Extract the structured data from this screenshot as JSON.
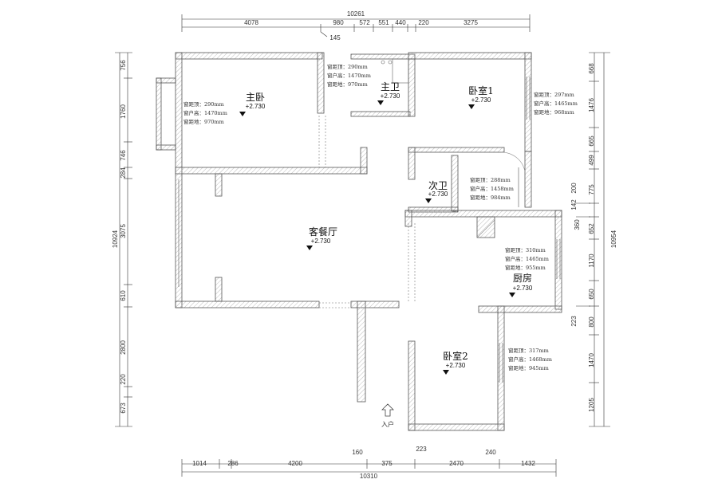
{
  "dims": {
    "top_total": "10261",
    "top_segments": [
      "4078",
      "980",
      "572",
      "551",
      "440",
      "220",
      "3275"
    ],
    "top_small": "145",
    "left_total": "10924",
    "left_segments": [
      "756",
      "1760",
      "746",
      "284",
      "3075",
      "610",
      "2800",
      "220",
      "673"
    ],
    "right_total": "10954",
    "right_segments_outer": [
      "668",
      "1476",
      "665",
      "499",
      "775",
      "652",
      "1170",
      "650",
      "800",
      "1470",
      "1205"
    ],
    "right_segments_inner": [
      "200",
      "142",
      "360",
      "223"
    ],
    "bottom_segments": [
      "1014",
      "286",
      "4200",
      "375",
      "2470",
      "1432"
    ],
    "bottom_small": [
      "160",
      "223",
      "240"
    ],
    "bottom_total": "10310"
  },
  "rooms": {
    "master_bedroom": {
      "name": "主卧",
      "level": "+2.730"
    },
    "master_bath": {
      "name": "主卫",
      "level": "+2.730"
    },
    "bedroom1": {
      "name": "卧室1",
      "level": "+2.730"
    },
    "second_bath": {
      "name": "次卫",
      "level": "+2.730"
    },
    "living_dining": {
      "name": "客餐厅",
      "level": "+2.730"
    },
    "kitchen": {
      "name": "厨房",
      "level": "+2.730"
    },
    "bedroom2": {
      "name": "卧室2",
      "level": "+2.730"
    }
  },
  "notes": {
    "master_bedroom": [
      "窗距顶：290mm",
      "窗户高：1470mm",
      "窗距地：970mm"
    ],
    "master_bath": [
      "窗距顶：290mm",
      "窗户高：1470mm",
      "窗距地：970mm"
    ],
    "bedroom1": [
      "窗距顶：297mm",
      "窗户高：1465mm",
      "窗距地：968mm"
    ],
    "second_bath": [
      "窗距顶：288mm",
      "窗户高：1458mm",
      "窗距地：984mm"
    ],
    "kitchen": [
      "窗距顶：310mm",
      "窗户高：1465mm",
      "窗距地：955mm"
    ],
    "bedroom2": [
      "窗距顶：317mm",
      "窗户高：1468mm",
      "窗距地：945mm"
    ]
  },
  "entry_label": "入户"
}
